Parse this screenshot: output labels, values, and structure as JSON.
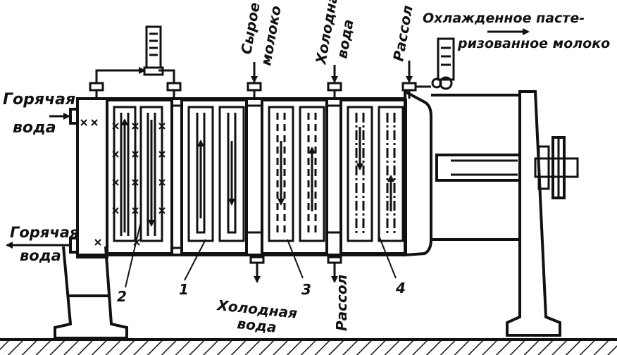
{
  "labels": {
    "hot_water_in": [
      "Горячая",
      "вода"
    ],
    "hot_water_out": [
      "Горячая",
      "вода"
    ],
    "raw_milk": [
      "Сырое",
      "молоко"
    ],
    "cold_water_in": [
      "Холодная",
      "вода"
    ],
    "brine_in": "Рассол",
    "product_out": [
      "Охлажденное пасте-",
      "ризованное молоко"
    ],
    "cold_water_out": [
      "Холодная",
      "вода"
    ],
    "brine_out": "Рассол"
  },
  "callouts": [
    "2",
    "1",
    "3",
    "4"
  ],
  "colors": {
    "ink": "#111111",
    "paper": "#ffffff"
  }
}
